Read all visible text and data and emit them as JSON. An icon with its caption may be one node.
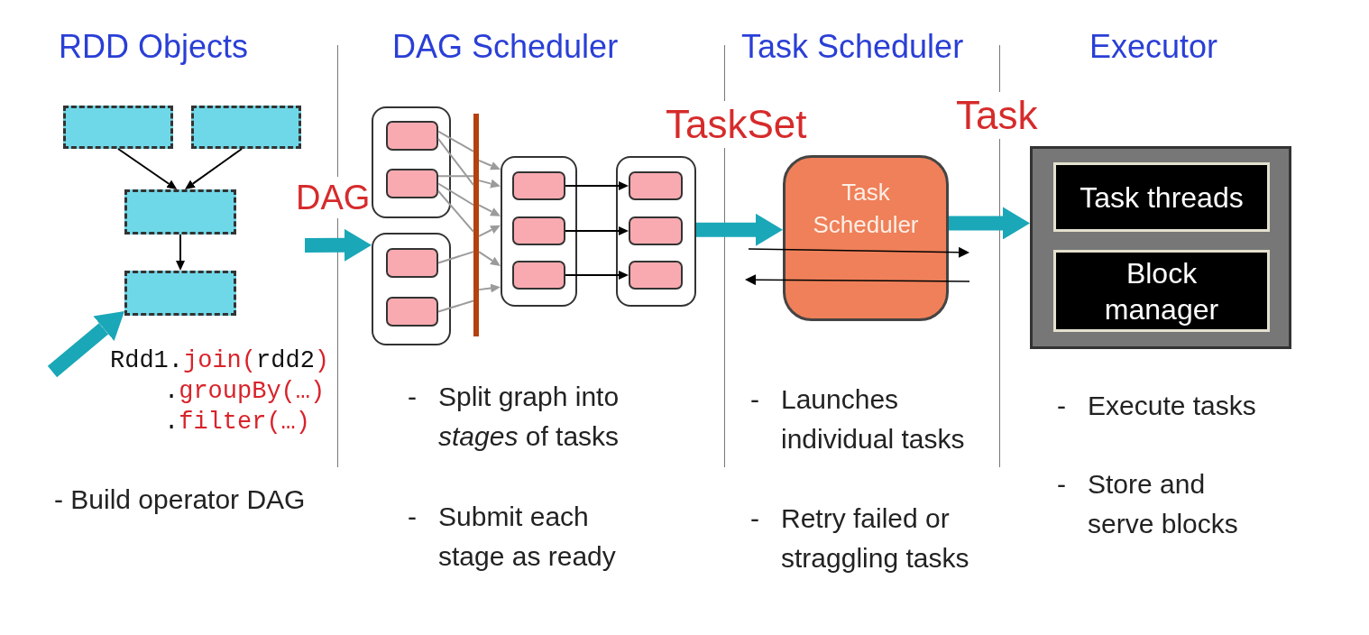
{
  "diagram": {
    "nodes": [
      {
        "text": [],
        "shape": "box"
      },
      {
        "text": [],
        "shape": "box"
      },
      {
        "text": [],
        "shape": "box"
      },
      {
        "text": [],
        "shape": "box"
      },
      {
        "text": [],
        "shape": "box"
      },
      {
        "text": [],
        "shape": "box",
        "in": 4
      },
      {
        "text": [],
        "shape": "box",
        "in": 4
      },
      {
        "text": [],
        "shape": "box"
      },
      {
        "text": [],
        "shape": "box",
        "in": 7
      },
      {
        "text": [],
        "shape": "box",
        "in": 7
      },
      {
        "text": [],
        "shape": "bar"
      },
      {
        "text": [],
        "shape": "box"
      },
      {
        "text": [],
        "shape": "box",
        "in": 11
      },
      {
        "text": [],
        "shape": "box",
        "in": 11
      },
      {
        "text": [],
        "shape": "box",
        "in": 11
      },
      {
        "text": [],
        "shape": "box"
      },
      {
        "text": [],
        "shape": "box",
        "in": 15
      },
      {
        "text": [],
        "shape": "box",
        "in": 15
      },
      {
        "text": [],
        "shape": "box",
        "in": 15
      },
      {
        "text": [
          "Task Scheduler"
        ]
      },
      {
        "text": [],
        "shape": "box"
      },
      {
        "text": [
          "Task threads"
        ],
        "in": 20
      },
      {
        "text": [
          "Block manager"
        ],
        "in": 20
      }
    ],
    "edges": [
      {
        "from": 0,
        "to": 2,
        "arrow": "to",
        "color": "#000000"
      },
      {
        "from": 1,
        "to": 2,
        "arrow": "to",
        "color": "#000000"
      },
      {
        "from": 2,
        "to": 3,
        "arrow": "to",
        "color": "#000000"
      },
      {
        "from": null,
        "to": 3,
        "arrow": "to",
        "style": "thick",
        "color": "#1aa7b8"
      },
      {
        "from": null,
        "to": 7,
        "arrow": "to",
        "label": "DAG",
        "style": "thick",
        "color": "#1aa7b8"
      },
      {
        "from": 5,
        "to": 10,
        "arrow": "none"
      },
      {
        "from": 5,
        "to": 10,
        "arrow": "none"
      },
      {
        "from": 6,
        "to": 10,
        "arrow": "none"
      },
      {
        "from": 6,
        "to": 10,
        "arrow": "none"
      },
      {
        "from": 6,
        "to": 10,
        "arrow": "none"
      },
      {
        "from": 8,
        "to": 10,
        "arrow": "none"
      },
      {
        "from": 9,
        "to": 10,
        "arrow": "none"
      },
      {
        "from": 10,
        "to": 11,
        "arrow": "to"
      },
      {
        "from": 10,
        "to": 11,
        "arrow": "to"
      },
      {
        "from": 10,
        "to": 11,
        "arrow": "to"
      },
      {
        "from": 10,
        "to": 11,
        "arrow": "to"
      },
      {
        "from": 10,
        "to": 11,
        "arrow": "to"
      },
      {
        "from": 10,
        "to": 11,
        "arrow": "to"
      },
      {
        "from": 12,
        "to": 16,
        "arrow": "to",
        "color": "#000000"
      },
      {
        "from": 13,
        "to": 17,
        "arrow": "to",
        "color": "#000000"
      },
      {
        "from": 14,
        "to": 18,
        "arrow": "to",
        "color": "#000000"
      },
      {
        "from": 15,
        "to": 19,
        "arrow": "to",
        "label": "TaskSet",
        "style": "thick",
        "color": "#1aa7b8"
      },
      {
        "from": 19,
        "to": 20,
        "arrow": "to",
        "label": "Task",
        "style": "thick",
        "color": "#1aa7b8"
      }
    ],
    "labels": [
      "RDD Objects",
      "DAG Scheduler",
      "Task Scheduler",
      "Executor",
      "Rdd1.join(rdd2) .groupBy(…) .filter(…)",
      "- Build operator DAG",
      "- Split graph into *stages* of tasks",
      "- Submit each stage as ready",
      "- Launches individual tasks",
      "- Retry failed or straggling tasks",
      "- Execute tasks",
      "- Store and serve blocks"
    ]
  }
}
